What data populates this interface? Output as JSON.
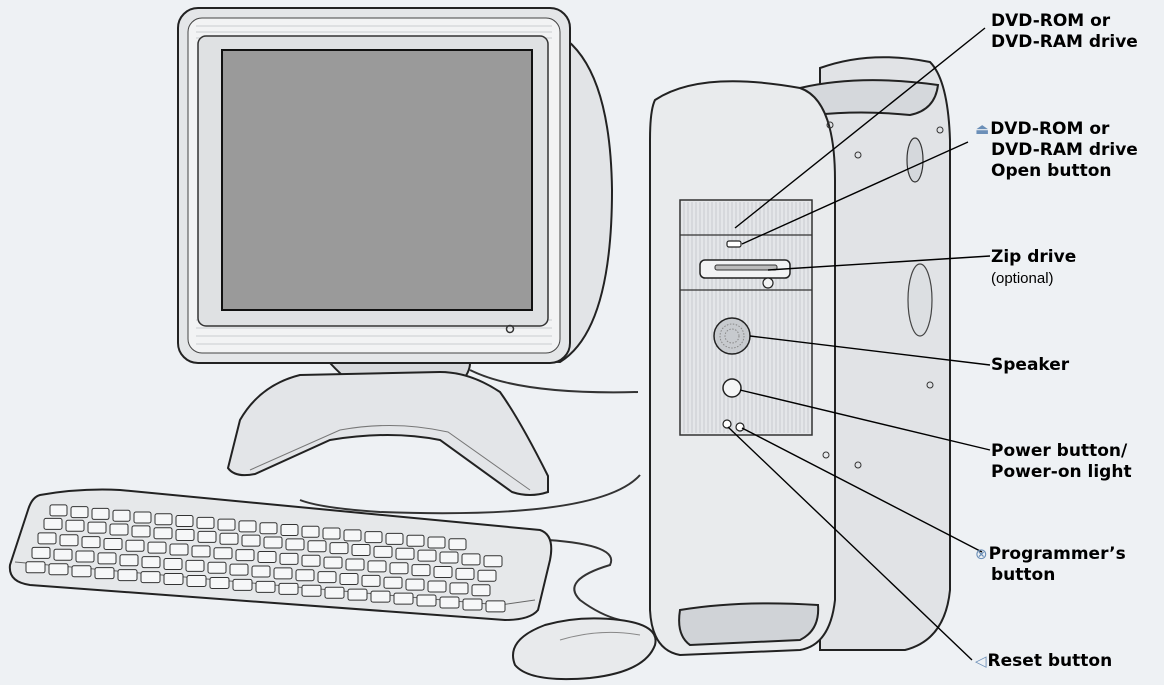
{
  "callouts": {
    "dvd_drive": {
      "line1": "DVD-ROM or",
      "line2": "DVD-RAM drive"
    },
    "dvd_open": {
      "icon": "eject-icon",
      "icon_glyph": "⏏",
      "line1": "DVD-ROM or",
      "line2": "DVD-RAM drive",
      "line3": "Open button"
    },
    "zip": {
      "line1": "Zip drive",
      "line2": "(optional)"
    },
    "speaker": {
      "line1": "Speaker"
    },
    "power": {
      "line1": "Power button/",
      "line2": "Power-on light"
    },
    "programmer": {
      "icon": "programmer-icon",
      "icon_glyph": "⊗",
      "line1": "Programmer’s",
      "line2": "button"
    },
    "reset": {
      "icon": "reset-triangle-icon",
      "icon_glyph": "◁",
      "line1": "Reset button"
    }
  },
  "colors": {
    "background": "#eef1f4",
    "line": "#000000",
    "icon": "#6b8fb8",
    "screen": "#9a9a9a"
  }
}
